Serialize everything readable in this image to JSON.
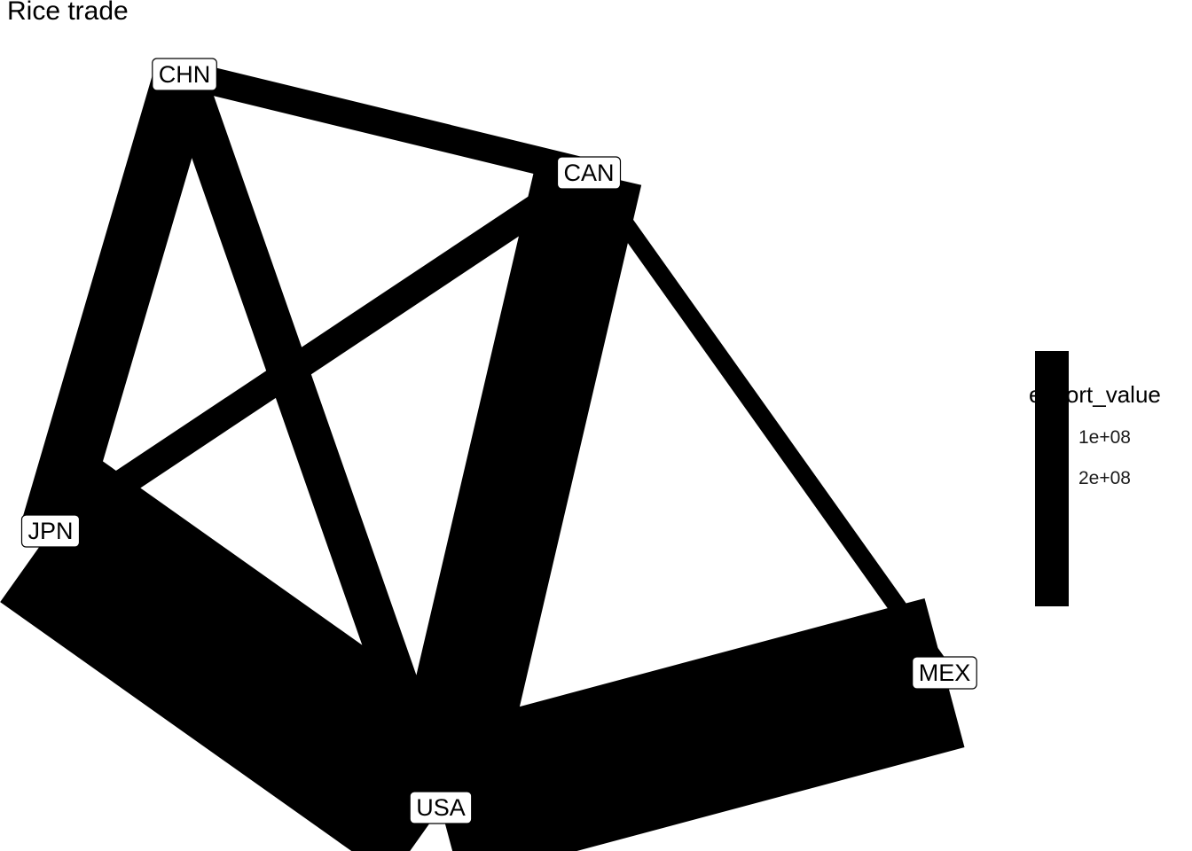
{
  "title": "Rice trade",
  "chart_data": {
    "type": "network",
    "title": "Rice trade",
    "nodes": [
      {
        "id": "CHN",
        "label": "CHN"
      },
      {
        "id": "CAN",
        "label": "CAN"
      },
      {
        "id": "JPN",
        "label": "JPN"
      },
      {
        "id": "USA",
        "label": "USA"
      },
      {
        "id": "MEX",
        "label": "MEX"
      }
    ],
    "edges": [
      {
        "source": "CHN",
        "target": "CAN",
        "export_value": 40000000
      },
      {
        "source": "CHN",
        "target": "JPN",
        "export_value": 90000000
      },
      {
        "source": "CHN",
        "target": "USA",
        "export_value": 60000000
      },
      {
        "source": "CAN",
        "target": "JPN",
        "export_value": 40000000
      },
      {
        "source": "CAN",
        "target": "USA",
        "export_value": 160000000
      },
      {
        "source": "CAN",
        "target": "MEX",
        "export_value": 25000000
      },
      {
        "source": "JPN",
        "target": "USA",
        "export_value": 260000000
      },
      {
        "source": "USA",
        "target": "MEX",
        "export_value": 230000000
      }
    ],
    "legend": {
      "title": "export_value",
      "placement": "right",
      "entries": [
        {
          "label": "1e+08",
          "value": 100000000
        },
        {
          "label": "2e+08",
          "value": 200000000
        }
      ]
    },
    "edge_color": "#000000"
  }
}
